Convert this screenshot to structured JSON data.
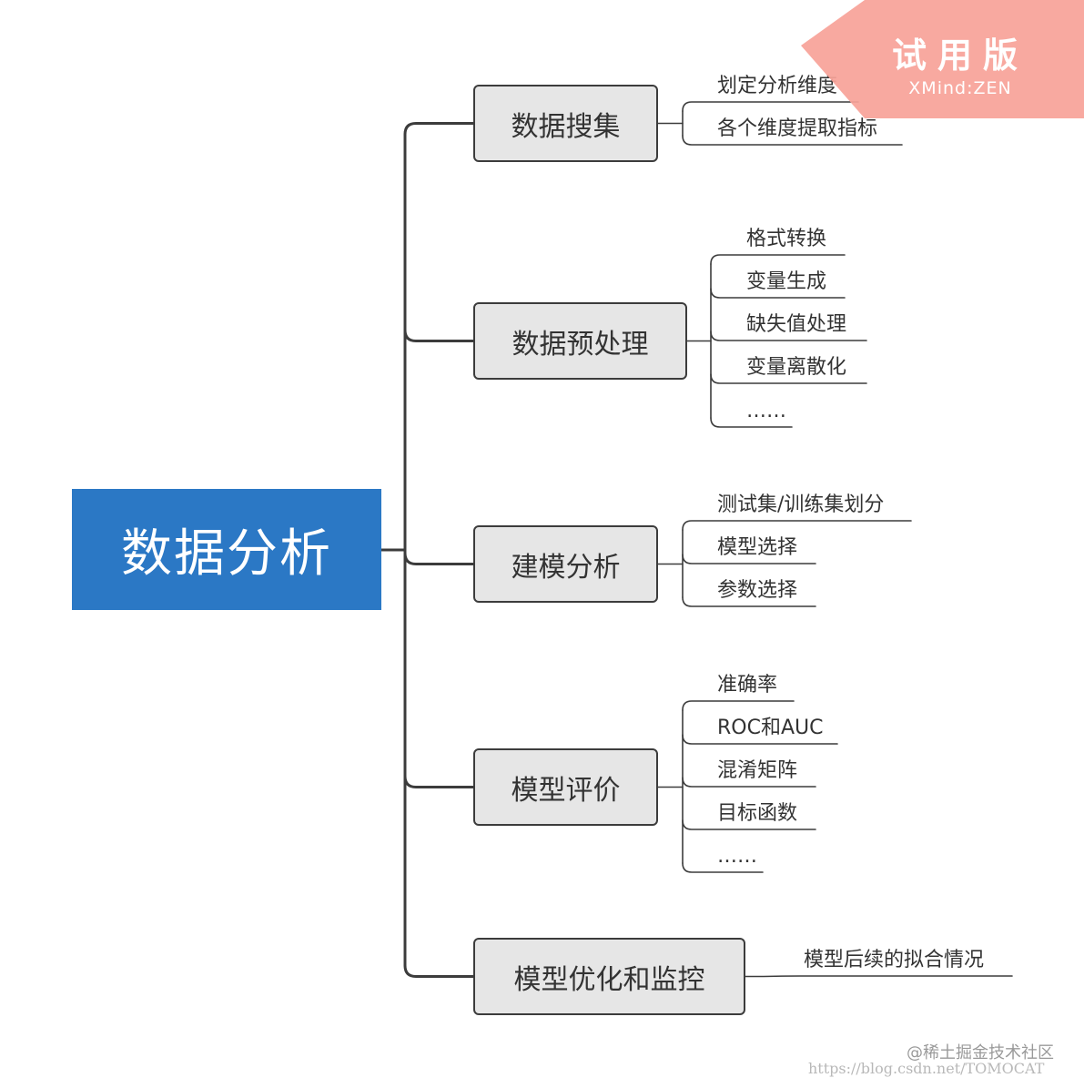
{
  "root": {
    "label": "数据分析"
  },
  "branches": [
    {
      "label": "数据搜集",
      "children": [
        "划定分析维度",
        "各个维度提取指标"
      ]
    },
    {
      "label": "数据预处理",
      "children": [
        "格式转换",
        "变量生成",
        "缺失值处理",
        "变量离散化",
        "……"
      ]
    },
    {
      "label": "建模分析",
      "children": [
        "测试集/训练集划分",
        "模型选择",
        "参数选择"
      ]
    },
    {
      "label": "模型评价",
      "children": [
        "准确率",
        "ROC和AUC",
        "混淆矩阵",
        "目标函数",
        "……"
      ]
    },
    {
      "label": "模型优化和监控",
      "children": [
        "模型后续的拟合情况"
      ]
    }
  ],
  "banner": {
    "title": "试用版",
    "subtitle": "XMind:ZEN"
  },
  "watermark": {
    "site": "@稀土掘金技术社区",
    "url": "https://blog.csdn.net/TOMOCAT"
  },
  "colors": {
    "root": "#2b78c5",
    "branch_fill": "#e6e6e6",
    "line": "#3c3c3c",
    "banner": "#f7a299"
  }
}
